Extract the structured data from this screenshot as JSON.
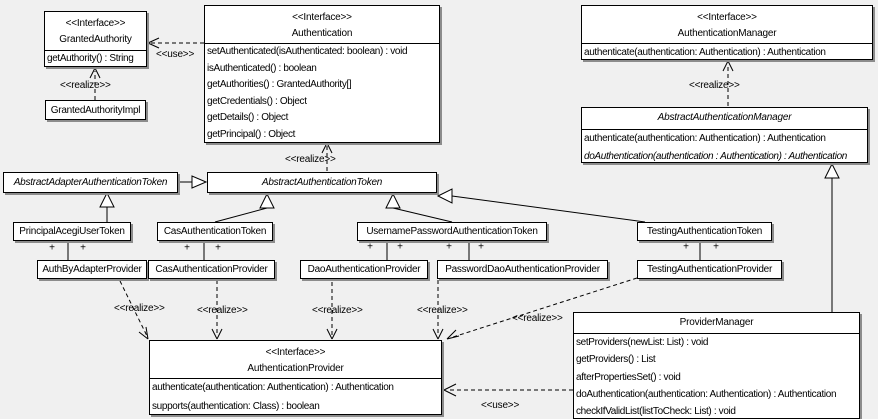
{
  "colors": {
    "background": "#f0f0f0",
    "box_fill": "#ffffff",
    "border": "#000000",
    "shadow": "#8c8c8c"
  },
  "boxes": {
    "granted_authority": {
      "stereotype": "<<Interface>>",
      "name": "GrantedAuthority",
      "methods": [
        "getAuthority() : String"
      ]
    },
    "granted_authority_impl": {
      "name": "GrantedAuthorityImpl"
    },
    "authentication": {
      "stereotype": "<<Interface>>",
      "name": "Authentication",
      "methods": [
        "setAuthenticated(isAuthenticated: boolean) : void",
        "isAuthenticated() : boolean",
        "getAuthorities() : GrantedAuthority[]",
        "getCredentials() : Object",
        "getDetails() : Object",
        "getPrincipal() : Object"
      ]
    },
    "authentication_manager": {
      "stereotype": "<<Interface>>",
      "name": "AuthenticationManager",
      "methods": [
        "authenticate(authentication: Authentication) : Authentication"
      ]
    },
    "abstract_authentication_manager": {
      "name": "AbstractAuthenticationManager",
      "methods": [
        "authenticate(authentication: Authentication) : Authentication",
        "doAuthentication(authentication : Authentication) : Authentication"
      ]
    },
    "abstract_adapter_authentication_token": {
      "name": "AbstractAdapterAuthenticationToken"
    },
    "abstract_authentication_token": {
      "name": "AbstractAuthenticationToken"
    },
    "principal_acegi_user_token": {
      "name": "PrincipalAcegiUserToken"
    },
    "cas_authentication_token": {
      "name": "CasAuthenticationToken"
    },
    "username_password_authentication_token": {
      "name": "UsernamePasswordAuthenticationToken"
    },
    "testing_authentication_token": {
      "name": "TestingAuthenticationToken"
    },
    "auth_by_adapter_provider": {
      "name": "AuthByAdapterProvider"
    },
    "cas_authentication_provider": {
      "name": "CasAuthenticationProvider"
    },
    "dao_authentication_provider": {
      "name": "DaoAuthenticationProvider"
    },
    "password_dao_authentication_provider": {
      "name": "PasswordDaoAuthenticationProvider"
    },
    "testing_authentication_provider": {
      "name": "TestingAuthenticationProvider"
    },
    "authentication_provider": {
      "stereotype": "<<Interface>>",
      "name": "AuthenticationProvider",
      "methods": [
        "authenticate(authentication: Authentication) : Authentication",
        "supports(authentication: Class) : boolean"
      ]
    },
    "provider_manager": {
      "name": "ProviderManager",
      "methods": [
        "setProviders(newList: List) : void",
        "getProviders() : List",
        "afterPropertiesSet() : void",
        "doAuthentication(authentication: Authentication) : Authentication",
        "checkIfValidList(listToCheck: List) : void"
      ]
    }
  },
  "edge_labels": {
    "use_authentication_grantedauthority": "<<use>>",
    "realize_grantedauthorityimpl": "<<realize>>",
    "realize_abstractauthenticationtoken": "<<realize>>",
    "realize_abstractauthenticationmanager": "<<realize>>",
    "realize_authbyadapterprovider": "<<realize>>",
    "realize_casauthenticationprovider": "<<realize>>",
    "realize_daoauthenticationprovider": "<<realize>>",
    "realize_passworddaoauthenticationprovider": "<<realize>>",
    "realize_testingauthenticationprovider": "<<realize>>",
    "use_providermanager": "<<use>>",
    "association_end": "+"
  }
}
